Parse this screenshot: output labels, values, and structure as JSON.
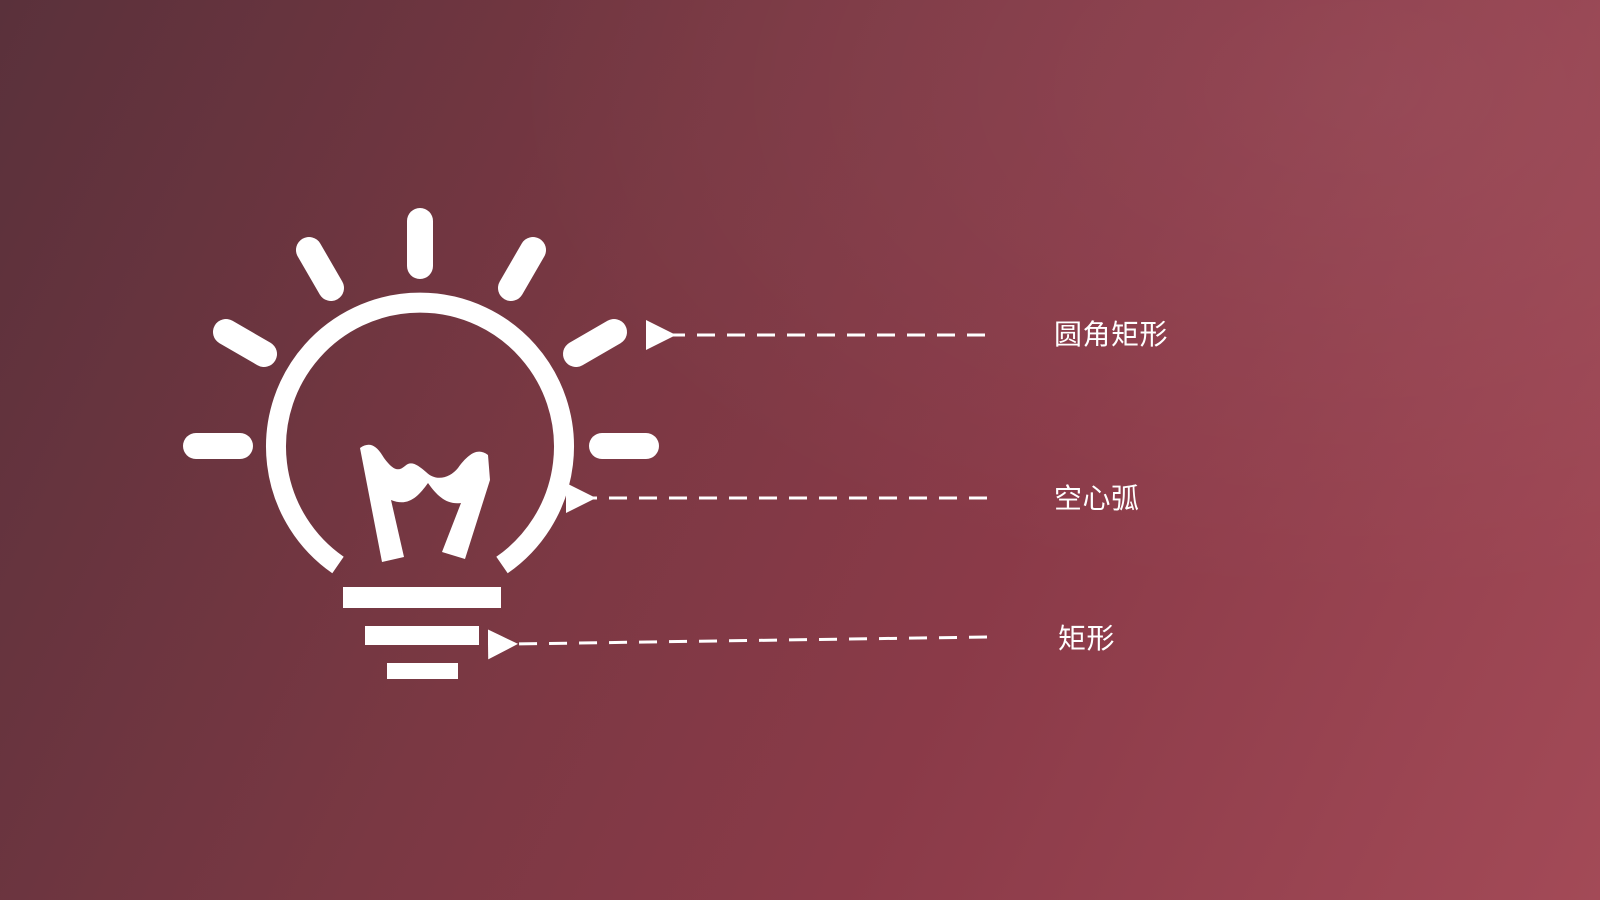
{
  "labels": {
    "rounded_rectangle": "圆角矩形",
    "hollow_arc": "空心弧",
    "rectangle": "矩形"
  },
  "colors": {
    "shape": "#ffffff",
    "background_dark": "#5a313b",
    "background_light": "#a34a57"
  },
  "icon": "lightbulb-icon"
}
